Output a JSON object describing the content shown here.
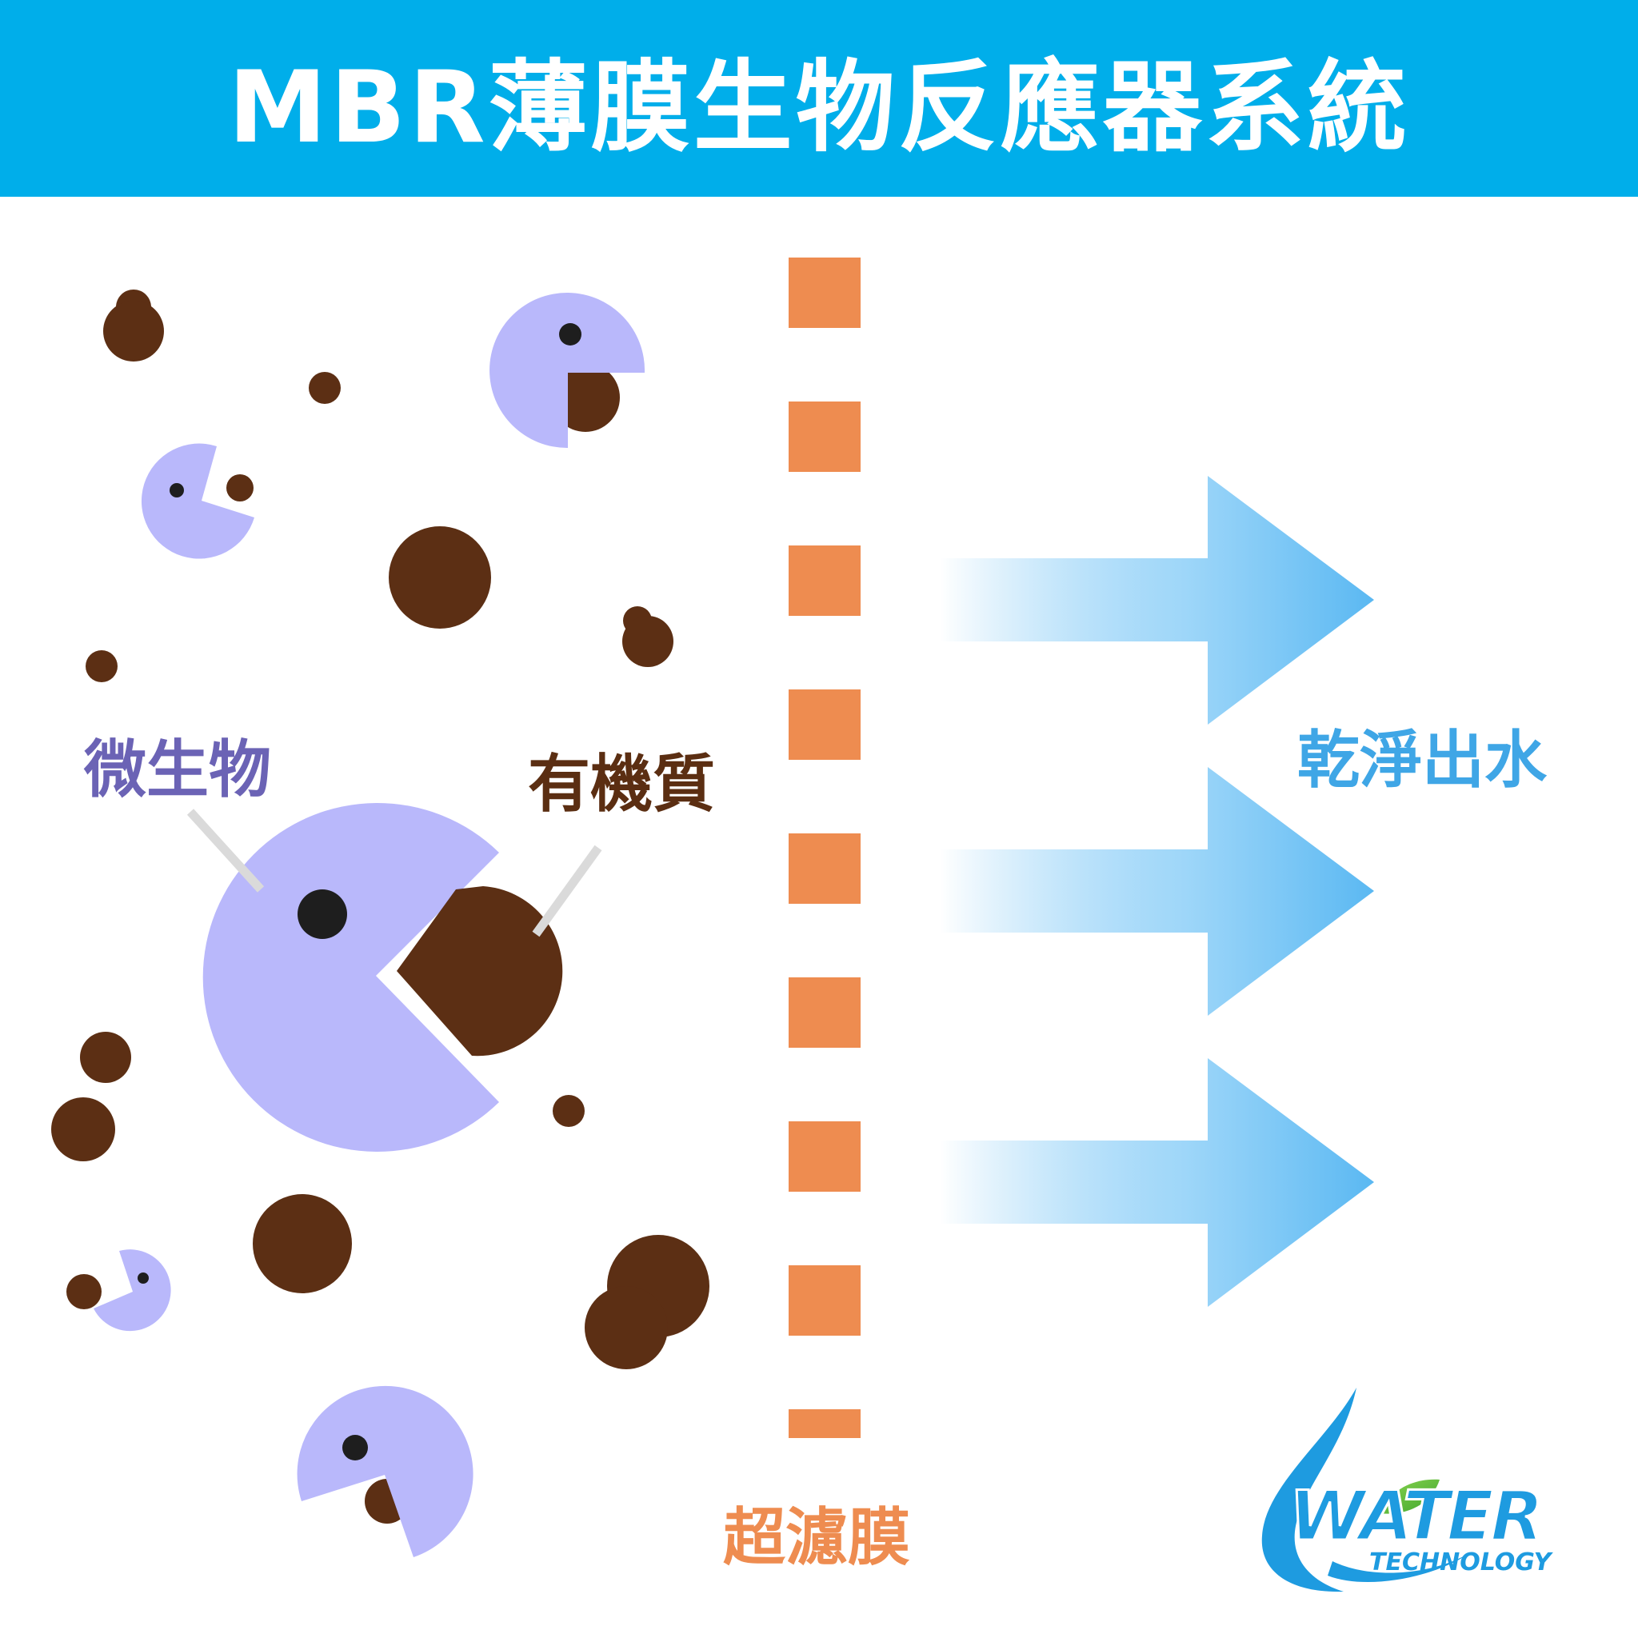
{
  "title": "MBR薄膜生物反應器系統",
  "labels": {
    "microbe": "微生物",
    "organic": "有機質",
    "membrane": "超濾膜",
    "clean_water": "乾淨出水"
  },
  "logo": {
    "word": "WATER",
    "sub": "TECHNOLOGY"
  },
  "colors": {
    "header": "#00AEEA",
    "microbe": "#B9B8FB",
    "organic": "#5C2F14",
    "membrane": "#EE8C50",
    "arrow": "#5AB8F2",
    "pointer": "#DADADA"
  },
  "icons": [
    "pacman-microbe-icon",
    "water-drop-leaf-logo-icon"
  ]
}
